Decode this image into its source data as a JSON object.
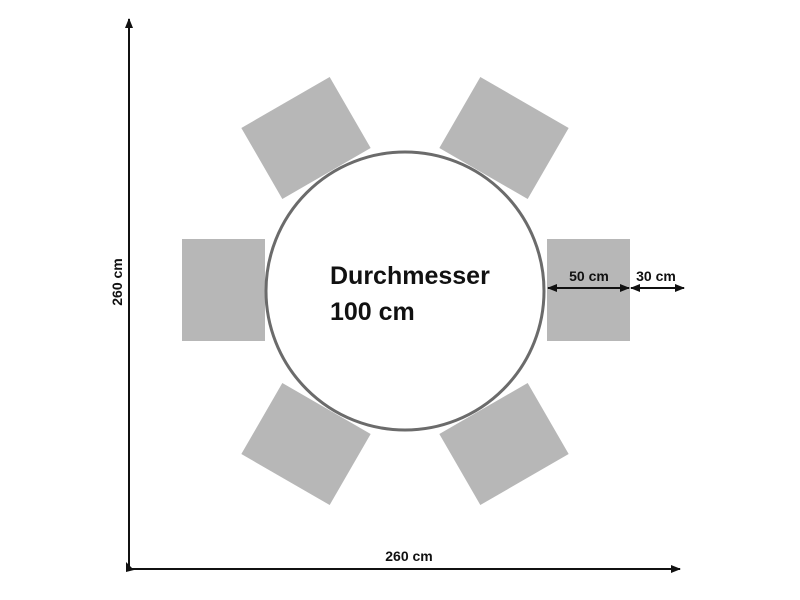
{
  "colors": {
    "chair": "#b7b7b7",
    "table_outline": "#6b6b6b",
    "lines": "#111111"
  },
  "table": {
    "label_line1": "Durchmesser",
    "label_line2": "100 cm"
  },
  "dimensions": {
    "height_label": "260 cm",
    "width_label": "260 cm",
    "chair_depth_label": "50 cm",
    "clearance_label": "30 cm"
  }
}
